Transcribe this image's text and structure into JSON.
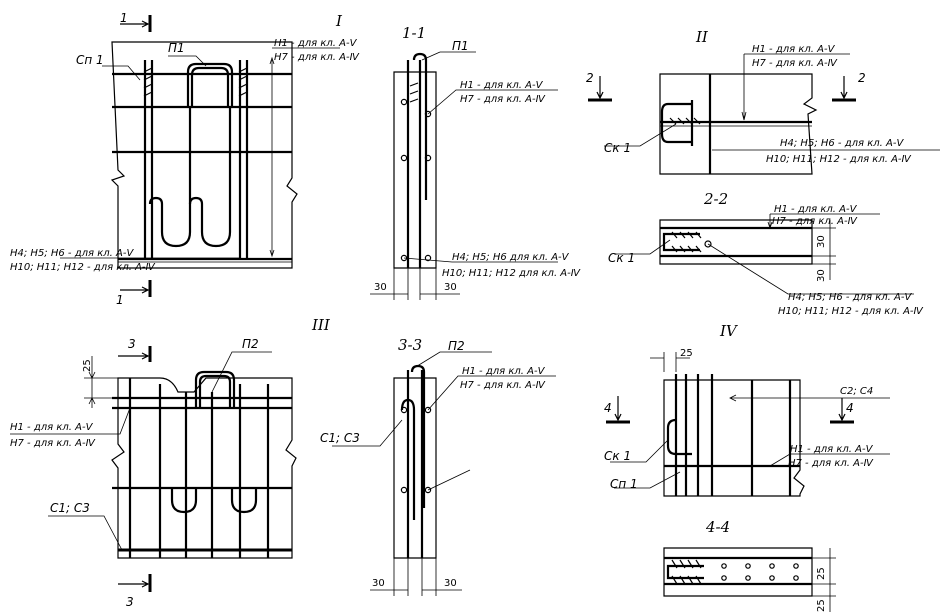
{
  "views": {
    "I": {
      "title": "I",
      "section_ref": "1",
      "labels": {
        "sp1": "Сп 1",
        "p1": "П1",
        "h1": "Н1 - для кл. А-Ⅴ",
        "h7": "Н7 - для кл. А-Ⅳ",
        "h4": "Н4; Н5; Н6 - для кл. А-Ⅴ",
        "h10": "Н10; Н11; Н12 - для кл. А-Ⅳ"
      }
    },
    "sec11": {
      "title": "1-1",
      "labels": {
        "p1": "П1",
        "h1": "Н1 - для кл. А-Ⅴ",
        "h7": "Н7 - для кл. А-Ⅳ",
        "h4": "Н4; Н5; Н6 для кл. А-Ⅴ",
        "h10": "Н10; Н11; Н12 для кл. А-Ⅳ",
        "dim_left": "30",
        "dim_right": "30"
      }
    },
    "II": {
      "title": "II",
      "section_ref": "2",
      "labels": {
        "h1": "Н1 - для кл. А-Ⅴ",
        "h7": "Н7 - для кл. А-Ⅳ",
        "sk1": "Ск 1",
        "h4": "Н4; Н5; Н6 - для кл. А-Ⅴ",
        "h10": "Н10; Н11; Н12 - для кл. А-Ⅳ"
      }
    },
    "sec22": {
      "title": "2-2",
      "labels": {
        "h1": "Н1 - для кл. А-Ⅴ",
        "h7": "Н7 - для кл. А-Ⅳ",
        "sk1": "Ск 1",
        "dim_a": "30",
        "dim_b": "30",
        "h4": "Н4; Н5; Н6 - для кл. А-Ⅴ",
        "h10": "Н10; Н11; Н12 - для кл. А-Ⅳ"
      }
    },
    "III": {
      "title": "III",
      "section_ref": "3",
      "labels": {
        "dim25": "25",
        "p2": "П2",
        "h1": "Н1 - для кл. А-Ⅴ",
        "h7": "Н7 - для кл. А-Ⅳ",
        "c1c3": "С1; С3"
      }
    },
    "sec33": {
      "title": "3-3",
      "labels": {
        "p2": "П2",
        "h1": "Н1 - для кл. А-Ⅴ",
        "h7": "Н7 - для кл. А-Ⅳ",
        "c1c3": "С1; С3",
        "dim_left": "30",
        "dim_right": "30"
      }
    },
    "IV": {
      "title": "IV",
      "section_ref": "4",
      "labels": {
        "dim25": "25",
        "c2c4": "С2; С4",
        "sk1": "Ск 1",
        "h1": "Н1 - для кл. А-Ⅴ",
        "h7": "Н7 - для кл. А-Ⅳ",
        "sp1": "Сп 1"
      }
    },
    "sec44": {
      "title": "4-4",
      "labels": {
        "dim_a": "25",
        "dim_b": "25"
      }
    }
  }
}
